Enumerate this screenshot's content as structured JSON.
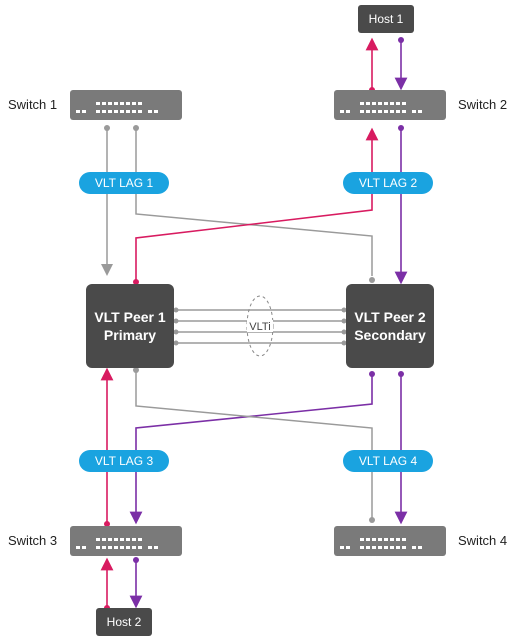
{
  "colors": {
    "device": "#4a4a4a",
    "switch_body": "#7a7a7a",
    "pill": "#1aa3e0",
    "red_link": "#d81b60",
    "purple_link": "#7b2fa6",
    "gray_link": "#9a9a9a"
  },
  "switches": {
    "s1": "Switch 1",
    "s2": "Switch 2",
    "s3": "Switch 3",
    "s4": "Switch 4"
  },
  "hosts": {
    "h1": "Host 1",
    "h2": "Host 2"
  },
  "peers": {
    "p1": {
      "line1": "VLT Peer 1",
      "line2": "Primary"
    },
    "p2": {
      "line1": "VLT Peer 2",
      "line2": "Secondary"
    }
  },
  "lags": {
    "lag1": "VLT LAG 1",
    "lag2": "VLT LAG 2",
    "lag3": "VLT LAG 3",
    "lag4": "VLT LAG 4"
  },
  "vlti": "VLTi"
}
